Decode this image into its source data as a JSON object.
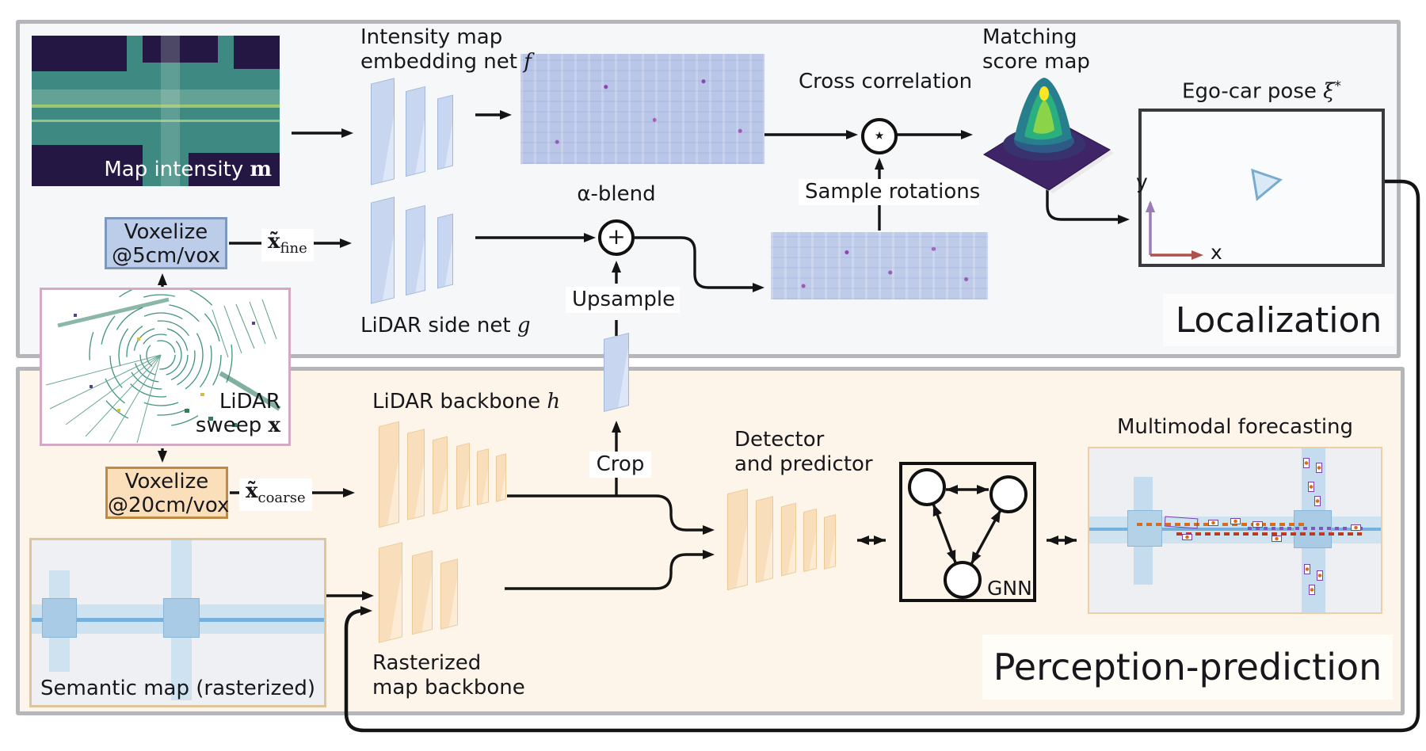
{
  "sections": {
    "localization_label": "Localization",
    "perception_label": "Perception-prediction"
  },
  "loc": {
    "map_caption": "Map intensity",
    "map_caption_var": "m",
    "embed_line1": "Intensity map",
    "embed_line2": "embedding net",
    "embed_var": "f",
    "cross_corr": "Cross correlation",
    "cross_op": "⋆",
    "sample_rotations": "Sample rotations",
    "score_line1": "Matching",
    "score_line2": "score map",
    "ego_title": "Ego-car pose",
    "ego_var": "ξ",
    "ego_sup": "*",
    "axis_x": "x",
    "axis_y": "y",
    "vox_line1": "Voxelize",
    "vox_line2": "@5cm/vox",
    "xfine_var": "x̃",
    "xfine_sub": "fine",
    "side_net": "LiDAR side net",
    "side_var": "g",
    "alpha_blend": "α-blend",
    "plus_op": "+",
    "upsample": "Upsample"
  },
  "sweep": {
    "cap1": "LiDAR",
    "cap2": "sweep",
    "cap_var": "x"
  },
  "pp": {
    "vox_line1": "Voxelize",
    "vox_line2": "@20cm/vox",
    "xcoarse_var": "x̃",
    "xcoarse_sub": "coarse",
    "backbone": "LiDAR backbone",
    "backbone_var": "h",
    "crop": "Crop",
    "raster_line1": "Rasterized",
    "raster_line2": "map backbone",
    "semantic_caption": "Semantic map (rasterized)",
    "det_line1": "Detector",
    "det_line2": "and predictor",
    "gnn": "GNN",
    "forecast_title": "Multimodal forecasting"
  },
  "colors": {
    "blue_panel": "#c8d6f0",
    "orange_panel": "#f9debb",
    "localization_bg": "#f6f7f9",
    "perception_bg": "#fdf5e9",
    "section_border": "#b4b6ba",
    "vox_fine_fill": "#bccdea",
    "vox_coarse_fill": "#fbdfba",
    "sweep_border": "#d4a9c5",
    "map_border": "#e0c49b",
    "feature_map": "#b9c6e7",
    "ego_x_axis": "#b0524c",
    "ego_y_axis": "#9b7cb8",
    "triangle_fill": "#d9eaf6",
    "triangle_stroke": "#79abce",
    "viridis_low": "#3f2468",
    "viridis_mid": "#2ab07f",
    "viridis_high": "#fde725",
    "arrow": "#141414"
  }
}
